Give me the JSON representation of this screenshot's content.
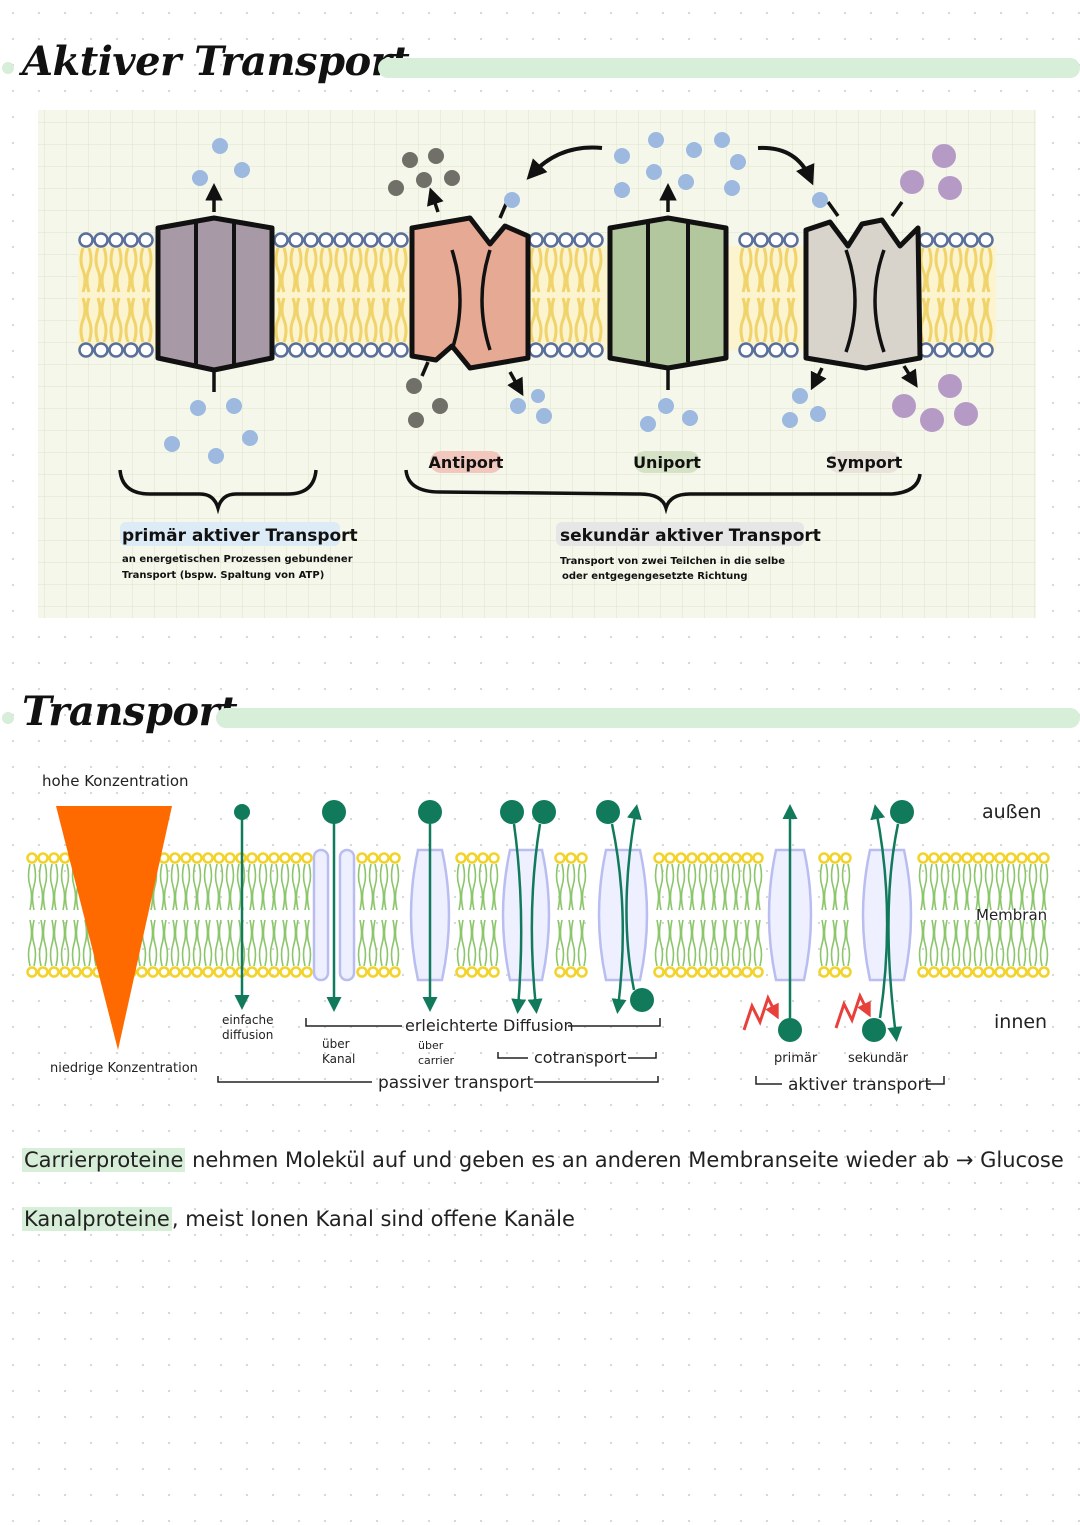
{
  "section1": {
    "title": "Aktiver Transport",
    "labels": {
      "antiport": "Antiport",
      "uniport": "Uniport",
      "symport": "Symport"
    },
    "primary": {
      "title": "primär aktiver Transport",
      "desc_line1": "an energetischen Prozessen gebundener",
      "desc_line2": "Transport (bspw. Spaltung von ATP)"
    },
    "secondary": {
      "title": "sekundär aktiver Transport",
      "desc_line1": "Transport von zwei Teilchen in die selbe",
      "desc_line2": "oder entgegengesetzte Richtung"
    },
    "colors": {
      "grey_protein": "#a899a6",
      "antiport_protein": "#e6a993",
      "uniport_protein": "#b3c79f",
      "symport_protein": "#d8d4cc",
      "blue_particle": "#9db9e0",
      "dark_particle": "#707068",
      "purple_particle": "#b69ac6",
      "lipid_head": "#ffffff",
      "lipid_tail": "#f2dc8a",
      "grid_bg": "#f5f7ea"
    }
  },
  "section2": {
    "title": "Transport",
    "high_concentration": "hohe Konzentration",
    "low_concentration": "niedrige Konzentration",
    "outside": "außen",
    "membrane": "Membran",
    "inside": "innen",
    "simple_line1": "einfache",
    "simple_line2": "diffusion",
    "channel_line1": "über",
    "channel_line2": "Kanal",
    "facilitated": "erleichterte Diffusion",
    "carrier_line1": "über",
    "carrier_line2": "carrier",
    "cotransport": "cotransport",
    "passive": "passiver transport",
    "primary": "primär",
    "secondary": "sekundär",
    "active": "aktiver transport",
    "colors": {
      "molecule": "#117a5b",
      "gradient": "#ff6a00",
      "lipid_head": "#f3d32a",
      "lipid_tail": "#8bc66a",
      "protein_outline": "#b9bdf0",
      "energy": "#e8413c"
    }
  },
  "notes": {
    "carrier_term": "Carrierproteine",
    "carrier_text": "nehmen Molekül auf und geben es an anderen Membranseite wieder ab",
    "carrier_arrow": "→",
    "carrier_example": "Glucose",
    "channel_term": "Kanalproteine",
    "channel_text": ", meist Ionen Kanal sind offene Kanäle"
  }
}
